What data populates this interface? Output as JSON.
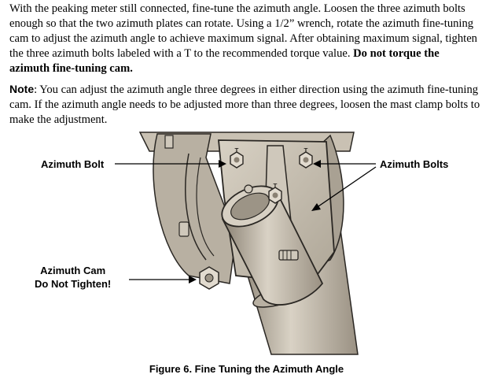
{
  "paragraph1": {
    "text": "With the peaking meter still connected, fine-tune the azimuth angle. Loosen the three azimuth bolts enough so that the two azimuth plates can rotate. Using a 1/2” wrench, rotate the azimuth fine-tuning cam to adjust the azimuth angle to achieve maximum signal. After obtaining maximum signal, tighten the three azimuth bolts labeled with a T to the recommended torque value. ",
    "bold_text": "Do not torque the azimuth fine-tuning cam."
  },
  "paragraph2": {
    "label": "Note",
    "text": ": You can adjust the azimuth angle three degrees in either direction using the azimuth fine-tuning cam. If the azimuth angle needs to be adjusted more than three degrees, loosen the mast clamp bolts to make the adjustment."
  },
  "figure": {
    "callout_azimuth_bolt": "Azimuth Bolt",
    "callout_azimuth_bolts": "Azimuth Bolts",
    "callout_cam_line1": "Azimuth Cam",
    "callout_cam_line2": "Do Not Tighten!",
    "bolt_marking": "T",
    "caption": "Figure 6. Fine Tuning the Azimuth Angle",
    "colors": {
      "metal_light": "#d4cdc0",
      "metal_mid": "#b5ad9f",
      "metal_dark": "#8a8173",
      "outline": "#2a2723"
    }
  }
}
